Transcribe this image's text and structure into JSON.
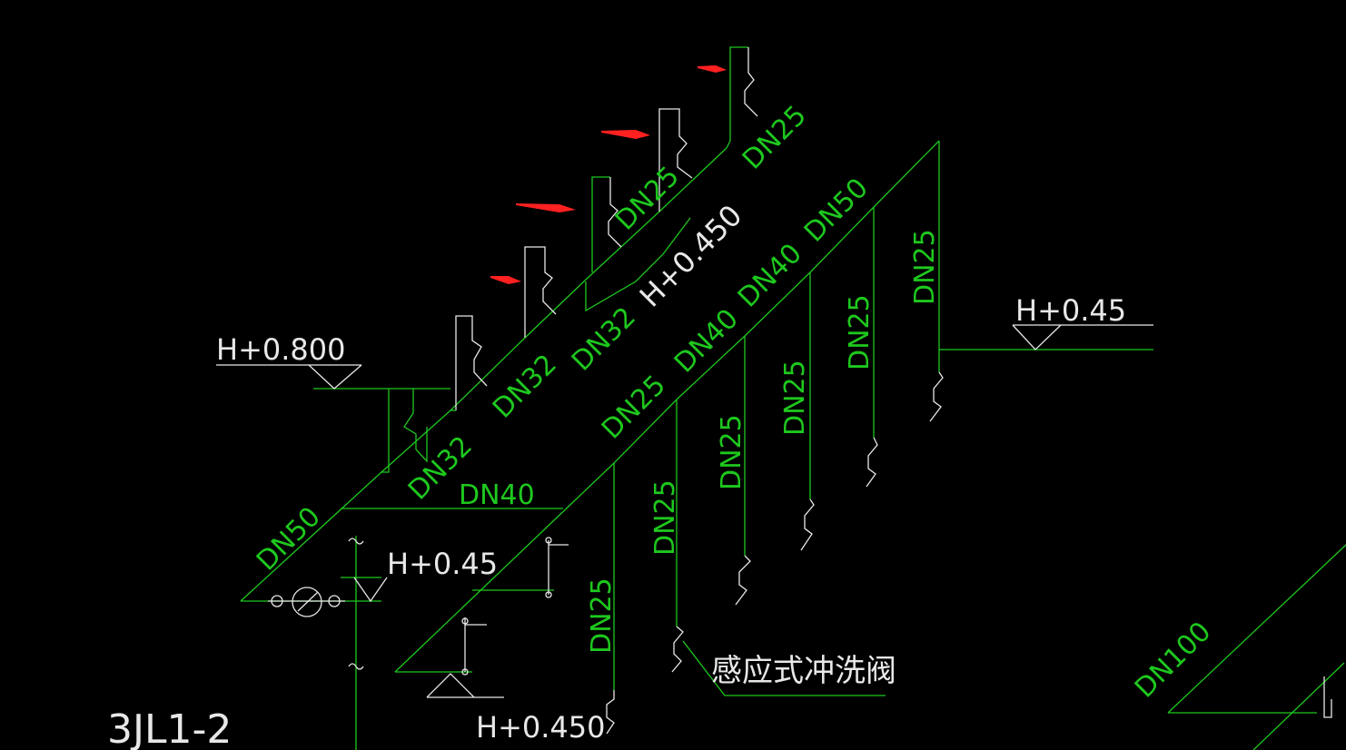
{
  "drawing_id": "3JL1-2",
  "accent_colors": {
    "pipe": "#1ec81e",
    "text": "#e8e8e8",
    "marker": "#ff2020",
    "background": "#000000"
  },
  "elevations": {
    "h0800": "H+0.800",
    "h045_right": "H+0.45",
    "h045_left": "H+0.45",
    "h0450_mid": "H+0.450",
    "h0450_bottom": "H+0.450"
  },
  "pipe_labels": {
    "dn50_bottom": "DN50",
    "dn32_a": "DN32",
    "dn32_b": "DN32",
    "dn32_c": "DN32",
    "dn25_top_a": "DN25",
    "dn25_top_b": "DN25",
    "dn25_diag": "DN25",
    "dn40_diag_a": "DN40",
    "dn40_diag_b": "DN40",
    "dn50_diag": "DN50",
    "dn40_horiz": "DN40",
    "dn25_v1": "DN25",
    "dn25_v2": "DN25",
    "dn25_v3": "DN25",
    "dn25_v4": "DN25",
    "dn25_v5": "DN25",
    "dn25_v6": "DN25",
    "dn100": "DN100"
  },
  "callout": "感应式冲洗阀",
  "markers": [
    "arrow-1",
    "arrow-2",
    "arrow-3",
    "arrow-4"
  ]
}
